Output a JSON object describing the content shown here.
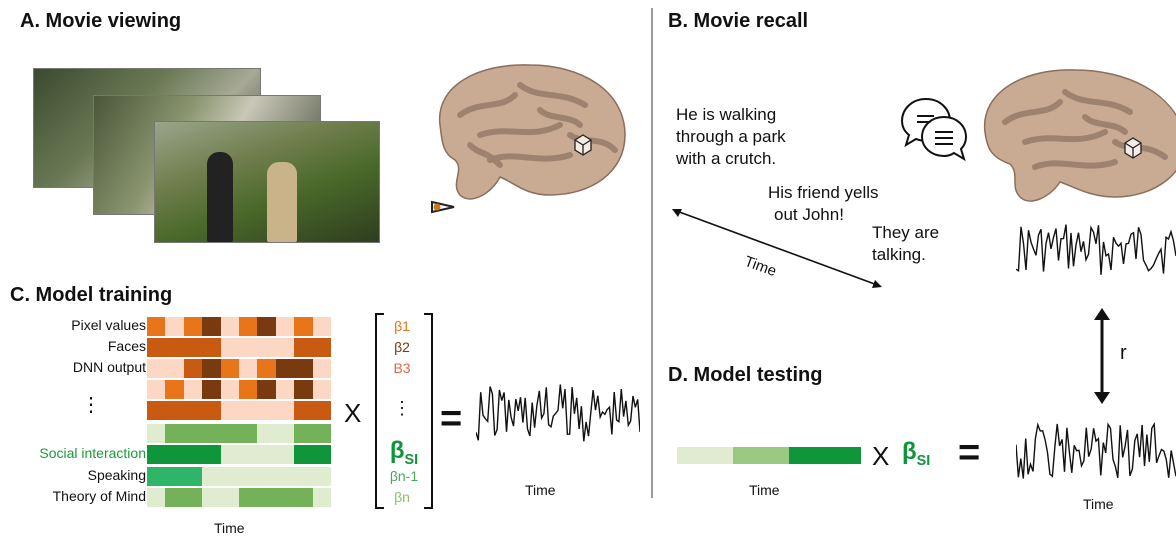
{
  "panels": {
    "a_title": "A. Movie viewing",
    "b_title": "B. Movie recall",
    "c_title": "C. Model training",
    "d_title": "D. Model testing"
  },
  "recall": {
    "line1": "He is walking",
    "line2": "through a park",
    "line3": "with a crutch.",
    "line4": "His friend yells",
    "line5": "out John!",
    "line6": "They are",
    "line7": "talking.",
    "time_label": "Time"
  },
  "training": {
    "rows": [
      "Pixel values",
      "Faces",
      "DNN output",
      "⋮",
      "Social interaction",
      "Speaking",
      "Theory of Mind"
    ],
    "time_label": "Time",
    "multiply": "X",
    "equals": "=",
    "betas": [
      "β1",
      "β2",
      "B3",
      "⋮",
      "βSI",
      "βn-1",
      "βn"
    ],
    "output_time_label": "Time",
    "colors": {
      "orange_light": "#fcd8c4",
      "orange_mid": "#e8751a",
      "orange_dark": "#c85a12",
      "brown": "#7a3a10",
      "green_light": "#dfeccf",
      "green_mid": "#74b25a",
      "green_dark": "#10963a",
      "social_green": "#1a9a3a"
    }
  },
  "testing": {
    "time_label": "Time",
    "multiply": "X",
    "beta": "βSI",
    "equals": "=",
    "output_time_label": "Time"
  },
  "correlation": {
    "label": "r"
  }
}
